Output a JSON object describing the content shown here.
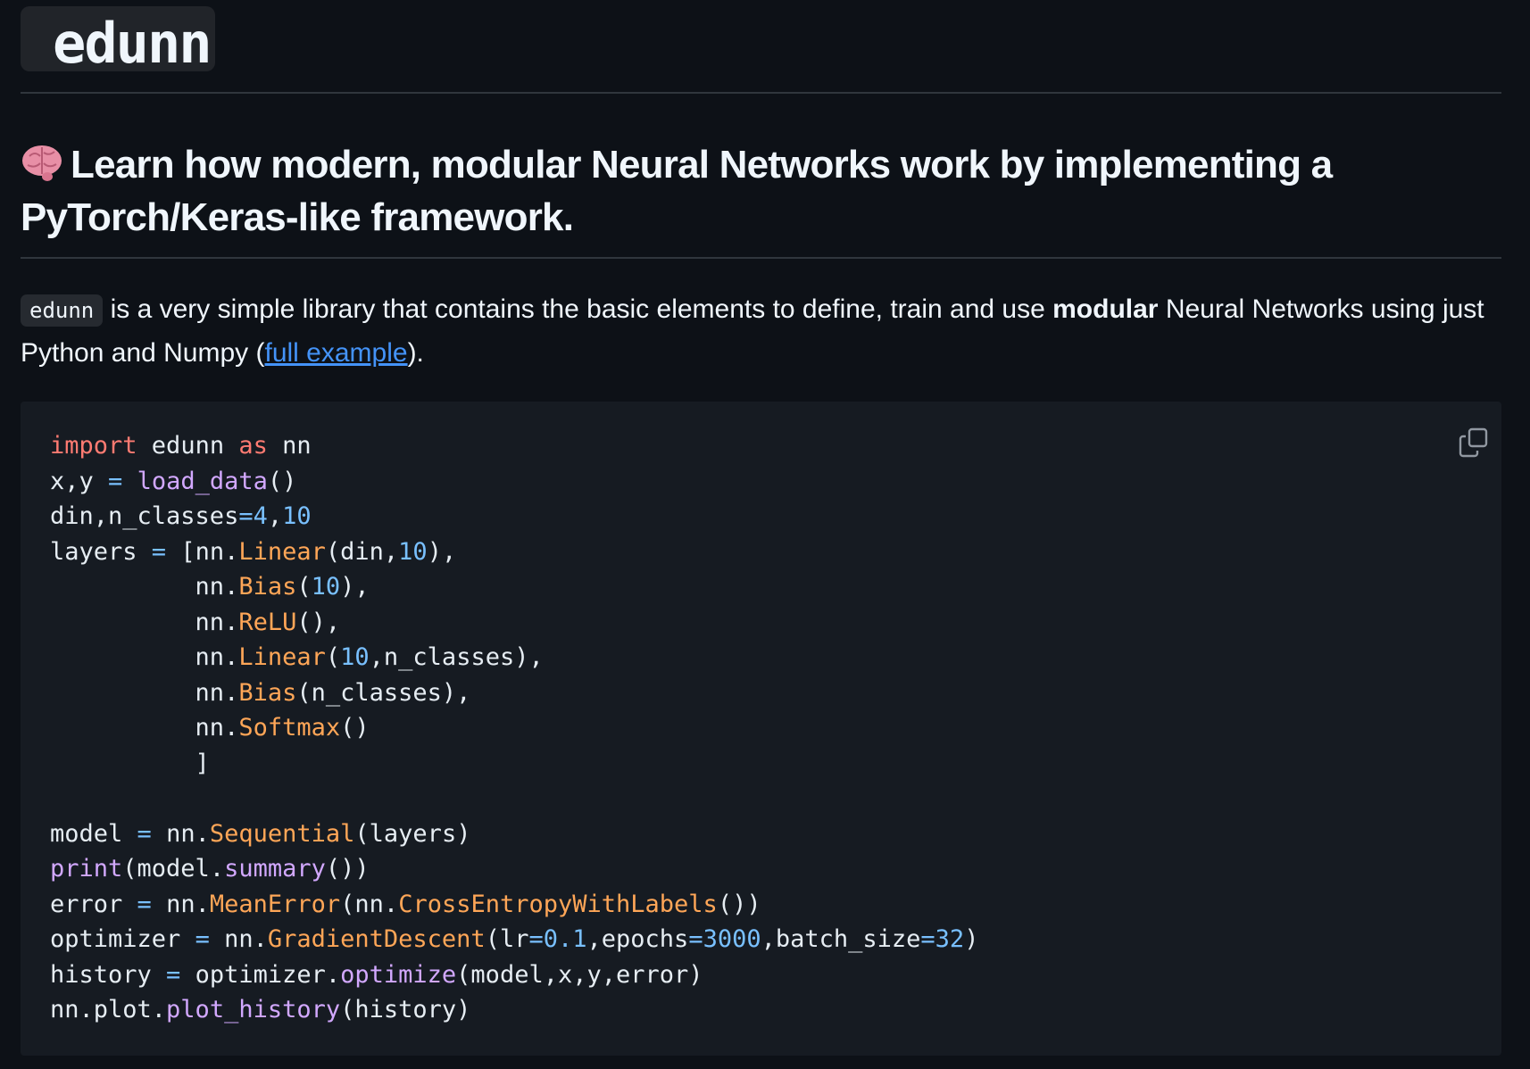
{
  "title": "edunn",
  "heading": {
    "emoji": "🧠",
    "text": "Learn how modern, modular Neural Networks work by implementing a PyTorch/Keras-like framework."
  },
  "intro": {
    "code": "edunn",
    "text1": " is a very simple library that contains the basic elements to define, train and use ",
    "bold": "modular",
    "text2": " Neural Networks using just Python and Numpy (",
    "link": "full example",
    "text3": ")."
  },
  "colors": {
    "background": "#0d1117",
    "code_bg": "#161b22",
    "keyword": "#ff7b72",
    "function": "#d2a8ff",
    "class": "#ffa657",
    "number": "#79c0ff",
    "link": "#4493f8"
  },
  "code": {
    "copy_icon": "copy-icon",
    "lines": [
      [
        {
          "t": "import",
          "c": "k"
        },
        {
          "t": " edunn ",
          "c": "p"
        },
        {
          "t": "as",
          "c": "k"
        },
        {
          "t": " nn",
          "c": "p"
        }
      ],
      [
        {
          "t": "x,y ",
          "c": "p"
        },
        {
          "t": "=",
          "c": "n"
        },
        {
          "t": " ",
          "c": "p"
        },
        {
          "t": "load_data",
          "c": "f"
        },
        {
          "t": "()",
          "c": "p"
        }
      ],
      [
        {
          "t": "din,n_classes",
          "c": "p"
        },
        {
          "t": "=4",
          "c": "n"
        },
        {
          "t": ",",
          "c": "p"
        },
        {
          "t": "10",
          "c": "n"
        }
      ],
      [
        {
          "t": "layers ",
          "c": "p"
        },
        {
          "t": "=",
          "c": "n"
        },
        {
          "t": " [nn.",
          "c": "p"
        },
        {
          "t": "Linear",
          "c": "c"
        },
        {
          "t": "(din,",
          "c": "p"
        },
        {
          "t": "10",
          "c": "n"
        },
        {
          "t": "),",
          "c": "p"
        }
      ],
      [
        {
          "t": "          nn.",
          "c": "p"
        },
        {
          "t": "Bias",
          "c": "c"
        },
        {
          "t": "(",
          "c": "p"
        },
        {
          "t": "10",
          "c": "n"
        },
        {
          "t": "),",
          "c": "p"
        }
      ],
      [
        {
          "t": "          nn.",
          "c": "p"
        },
        {
          "t": "ReLU",
          "c": "c"
        },
        {
          "t": "(),",
          "c": "p"
        }
      ],
      [
        {
          "t": "          nn.",
          "c": "p"
        },
        {
          "t": "Linear",
          "c": "c"
        },
        {
          "t": "(",
          "c": "p"
        },
        {
          "t": "10",
          "c": "n"
        },
        {
          "t": ",n_classes),",
          "c": "p"
        }
      ],
      [
        {
          "t": "          nn.",
          "c": "p"
        },
        {
          "t": "Bias",
          "c": "c"
        },
        {
          "t": "(n_classes),",
          "c": "p"
        }
      ],
      [
        {
          "t": "          nn.",
          "c": "p"
        },
        {
          "t": "Softmax",
          "c": "c"
        },
        {
          "t": "()",
          "c": "p"
        }
      ],
      [
        {
          "t": "          ]",
          "c": "p"
        }
      ],
      [],
      [
        {
          "t": "model ",
          "c": "p"
        },
        {
          "t": "=",
          "c": "n"
        },
        {
          "t": " nn.",
          "c": "p"
        },
        {
          "t": "Sequential",
          "c": "c"
        },
        {
          "t": "(layers)",
          "c": "p"
        }
      ],
      [
        {
          "t": "print",
          "c": "f"
        },
        {
          "t": "(model.",
          "c": "p"
        },
        {
          "t": "summary",
          "c": "f"
        },
        {
          "t": "())",
          "c": "p"
        }
      ],
      [
        {
          "t": "error ",
          "c": "p"
        },
        {
          "t": "=",
          "c": "n"
        },
        {
          "t": " nn.",
          "c": "p"
        },
        {
          "t": "MeanError",
          "c": "c"
        },
        {
          "t": "(nn.",
          "c": "p"
        },
        {
          "t": "CrossEntropyWithLabels",
          "c": "c"
        },
        {
          "t": "())",
          "c": "p"
        }
      ],
      [
        {
          "t": "optimizer ",
          "c": "p"
        },
        {
          "t": "=",
          "c": "n"
        },
        {
          "t": " nn.",
          "c": "p"
        },
        {
          "t": "GradientDescent",
          "c": "c"
        },
        {
          "t": "(lr",
          "c": "p"
        },
        {
          "t": "=0.1",
          "c": "n"
        },
        {
          "t": ",epochs",
          "c": "p"
        },
        {
          "t": "=3000",
          "c": "n"
        },
        {
          "t": ",batch_size",
          "c": "p"
        },
        {
          "t": "=32",
          "c": "n"
        },
        {
          "t": ")",
          "c": "p"
        }
      ],
      [
        {
          "t": "history ",
          "c": "p"
        },
        {
          "t": "=",
          "c": "n"
        },
        {
          "t": " optimizer.",
          "c": "p"
        },
        {
          "t": "optimize",
          "c": "f"
        },
        {
          "t": "(model,x,y,error)",
          "c": "p"
        }
      ],
      [
        {
          "t": "nn.plot.",
          "c": "p"
        },
        {
          "t": "plot_history",
          "c": "f"
        },
        {
          "t": "(history)",
          "c": "p"
        }
      ]
    ]
  }
}
